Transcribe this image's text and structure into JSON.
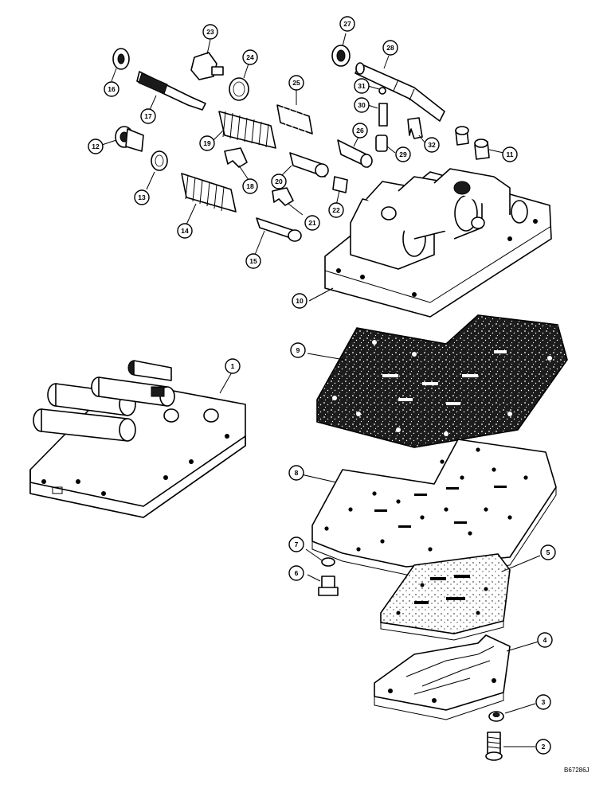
{
  "callouts": [
    {
      "id": "c1",
      "label": "1"
    },
    {
      "id": "c2",
      "label": "2"
    },
    {
      "id": "c3",
      "label": "3"
    },
    {
      "id": "c4",
      "label": "4"
    },
    {
      "id": "c5",
      "label": "5"
    },
    {
      "id": "c6",
      "label": "6"
    },
    {
      "id": "c7",
      "label": "7"
    },
    {
      "id": "c8",
      "label": "8"
    },
    {
      "id": "c9",
      "label": "9"
    },
    {
      "id": "c10",
      "label": "10"
    },
    {
      "id": "c11",
      "label": "11"
    },
    {
      "id": "c12",
      "label": "12"
    },
    {
      "id": "c13",
      "label": "13"
    },
    {
      "id": "c14",
      "label": "14"
    },
    {
      "id": "c15",
      "label": "15"
    },
    {
      "id": "c16",
      "label": "16"
    },
    {
      "id": "c17",
      "label": "17"
    },
    {
      "id": "c18",
      "label": "18"
    },
    {
      "id": "c19",
      "label": "19"
    },
    {
      "id": "c20",
      "label": "20"
    },
    {
      "id": "c21",
      "label": "21"
    },
    {
      "id": "c22",
      "label": "22"
    },
    {
      "id": "c23",
      "label": "23"
    },
    {
      "id": "c24",
      "label": "24"
    },
    {
      "id": "c25",
      "label": "25"
    },
    {
      "id": "c26",
      "label": "26"
    },
    {
      "id": "c27",
      "label": "27"
    },
    {
      "id": "c28",
      "label": "28"
    },
    {
      "id": "c29",
      "label": "29"
    },
    {
      "id": "c30",
      "label": "30"
    },
    {
      "id": "c31",
      "label": "31"
    },
    {
      "id": "c32",
      "label": "32"
    }
  ],
  "image_code": "B67286J"
}
